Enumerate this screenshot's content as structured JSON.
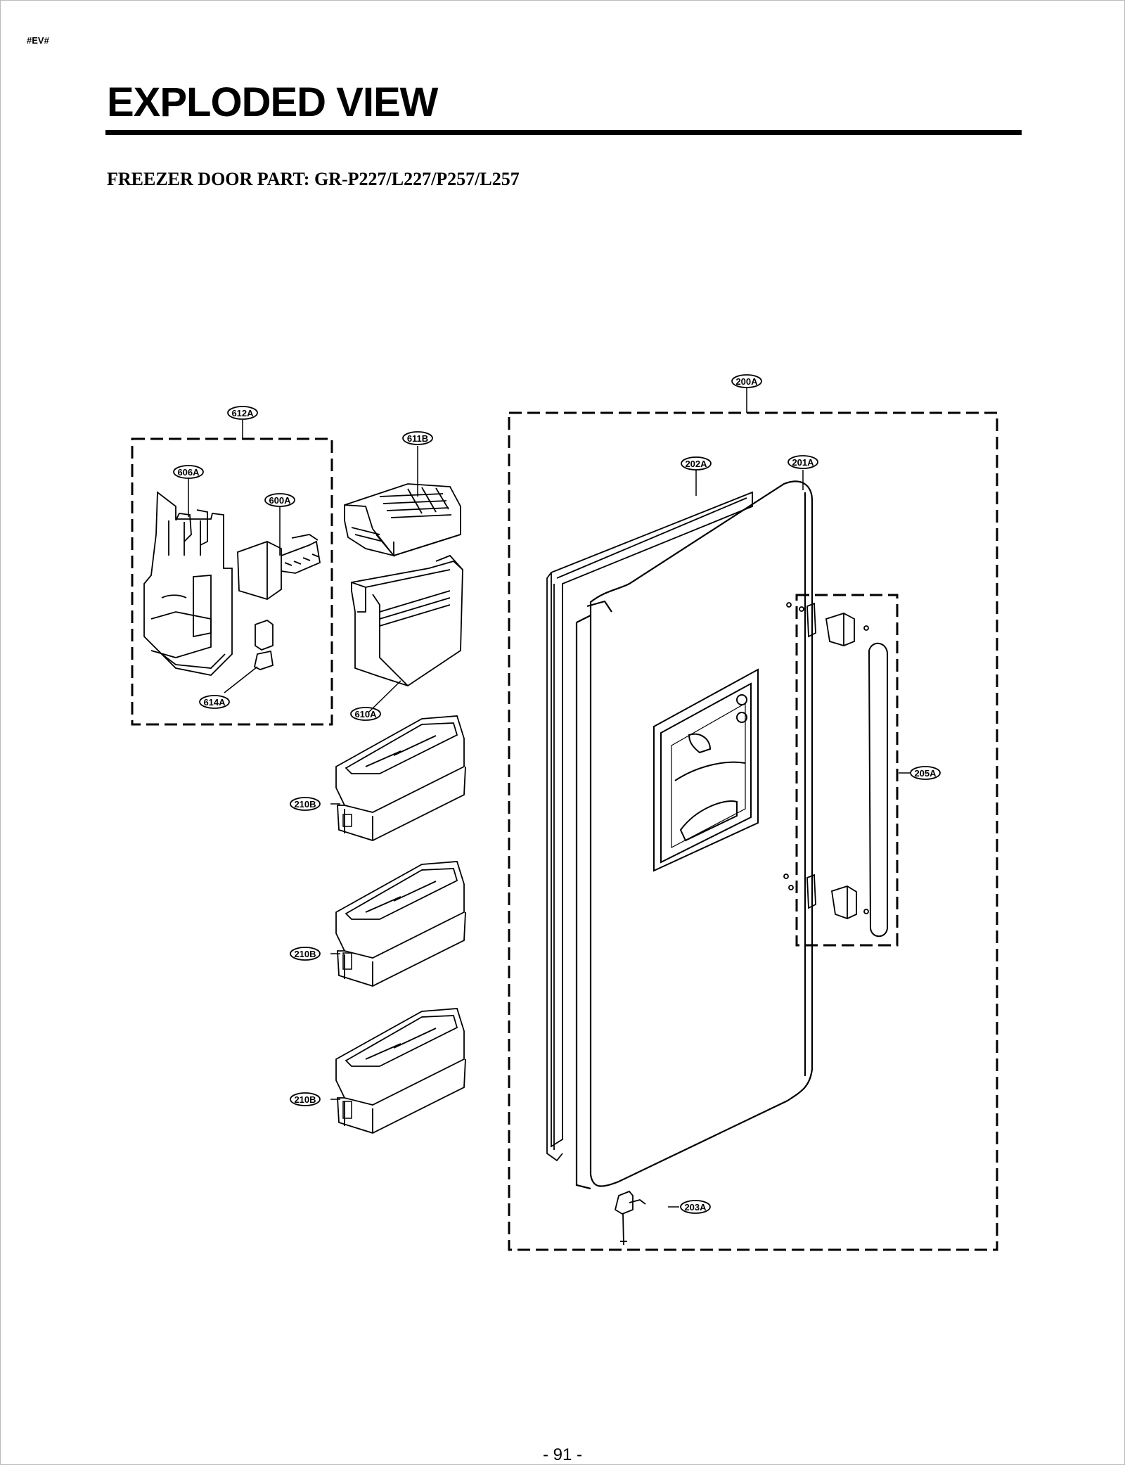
{
  "header": {
    "tag": "#EV#",
    "title": "EXPLODED VIEW"
  },
  "subtitle": "FREEZER DOOR PART: GR-P227/L227/P257/L257",
  "footer": {
    "page_number": "- 91 -"
  },
  "callouts": {
    "c200A": "200A",
    "c612A": "612A",
    "c611B": "611B",
    "c606A": "606A",
    "c600A": "600A",
    "c202A": "202A",
    "c201A": "201A",
    "c614A": "614A",
    "c610A": "610A",
    "c205A": "205A",
    "c210B_1": "210B",
    "c210B_2": "210B",
    "c210B_3": "210B",
    "c203A": "203A"
  }
}
